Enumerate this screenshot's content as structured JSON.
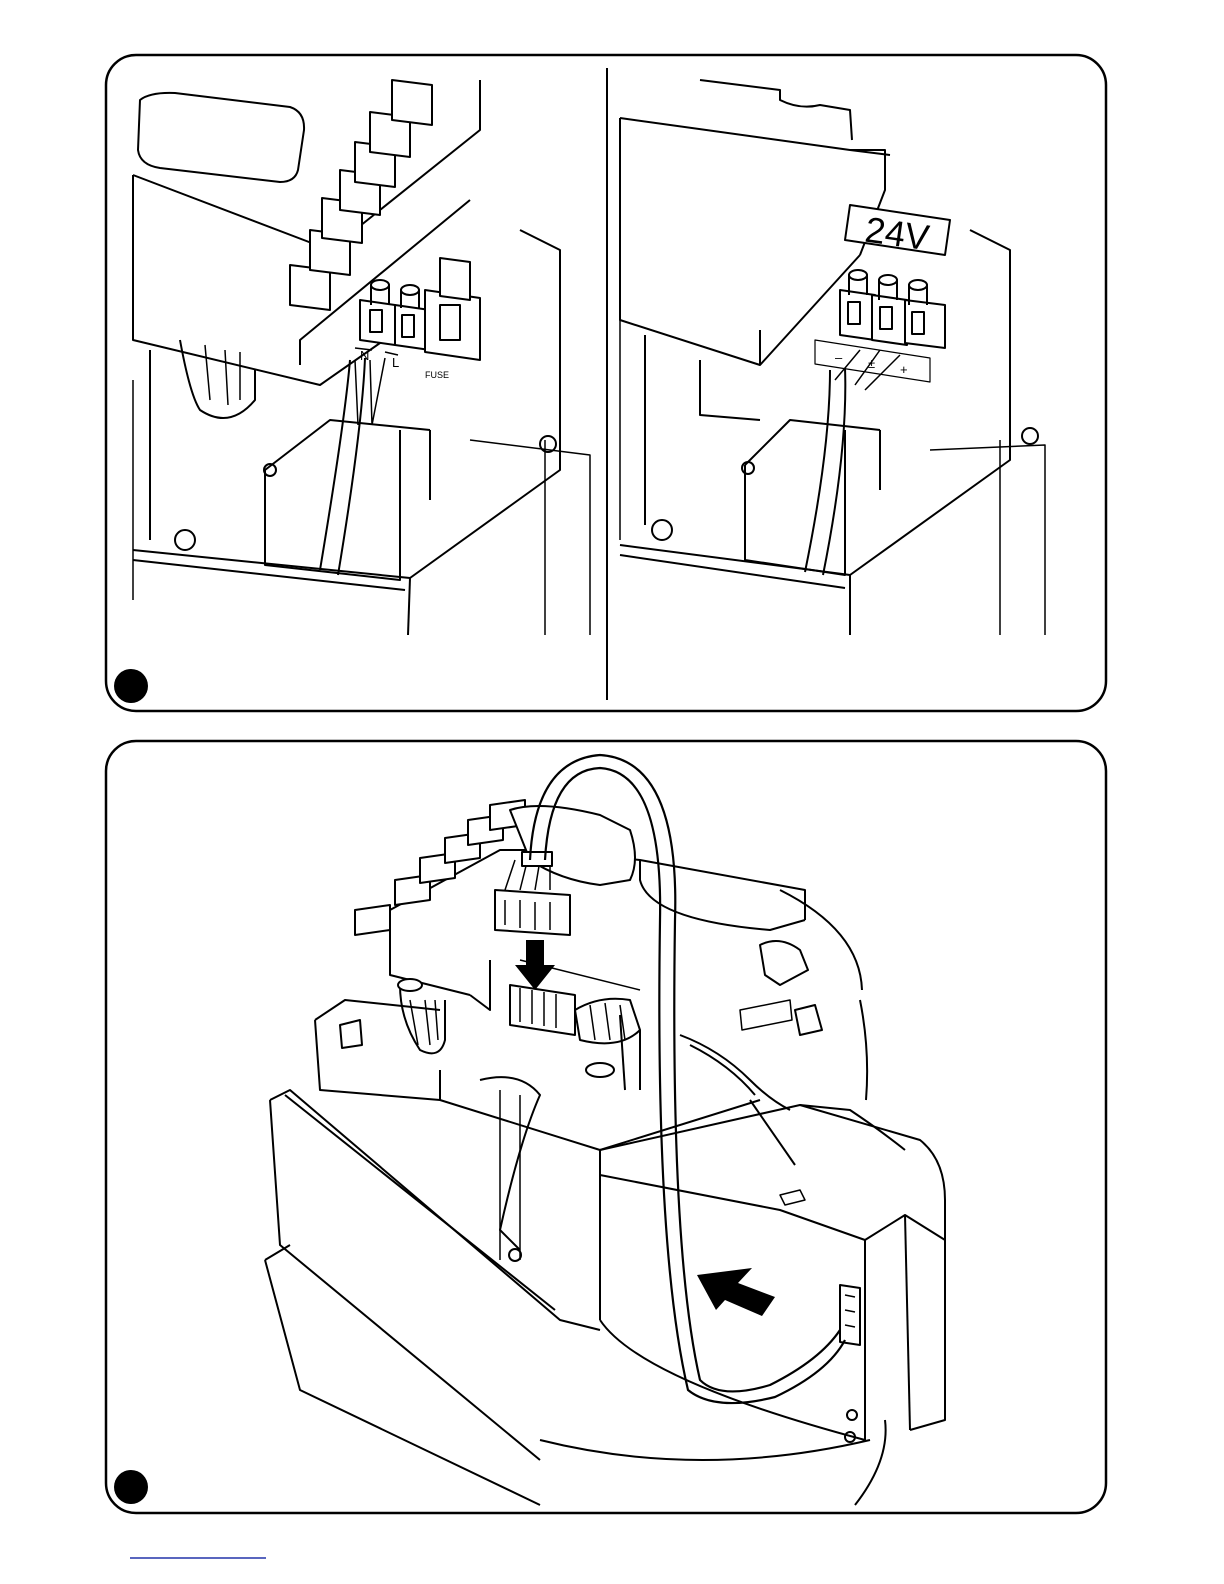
{
  "figure_top": {
    "left_panel": {
      "terminal_labels": [
        "N",
        "L",
        "FUSE"
      ]
    },
    "right_panel": {
      "voltage_tag": "24V",
      "terminal_labels": [
        "–",
        "±",
        "+"
      ]
    }
  },
  "figure_bottom": {}
}
